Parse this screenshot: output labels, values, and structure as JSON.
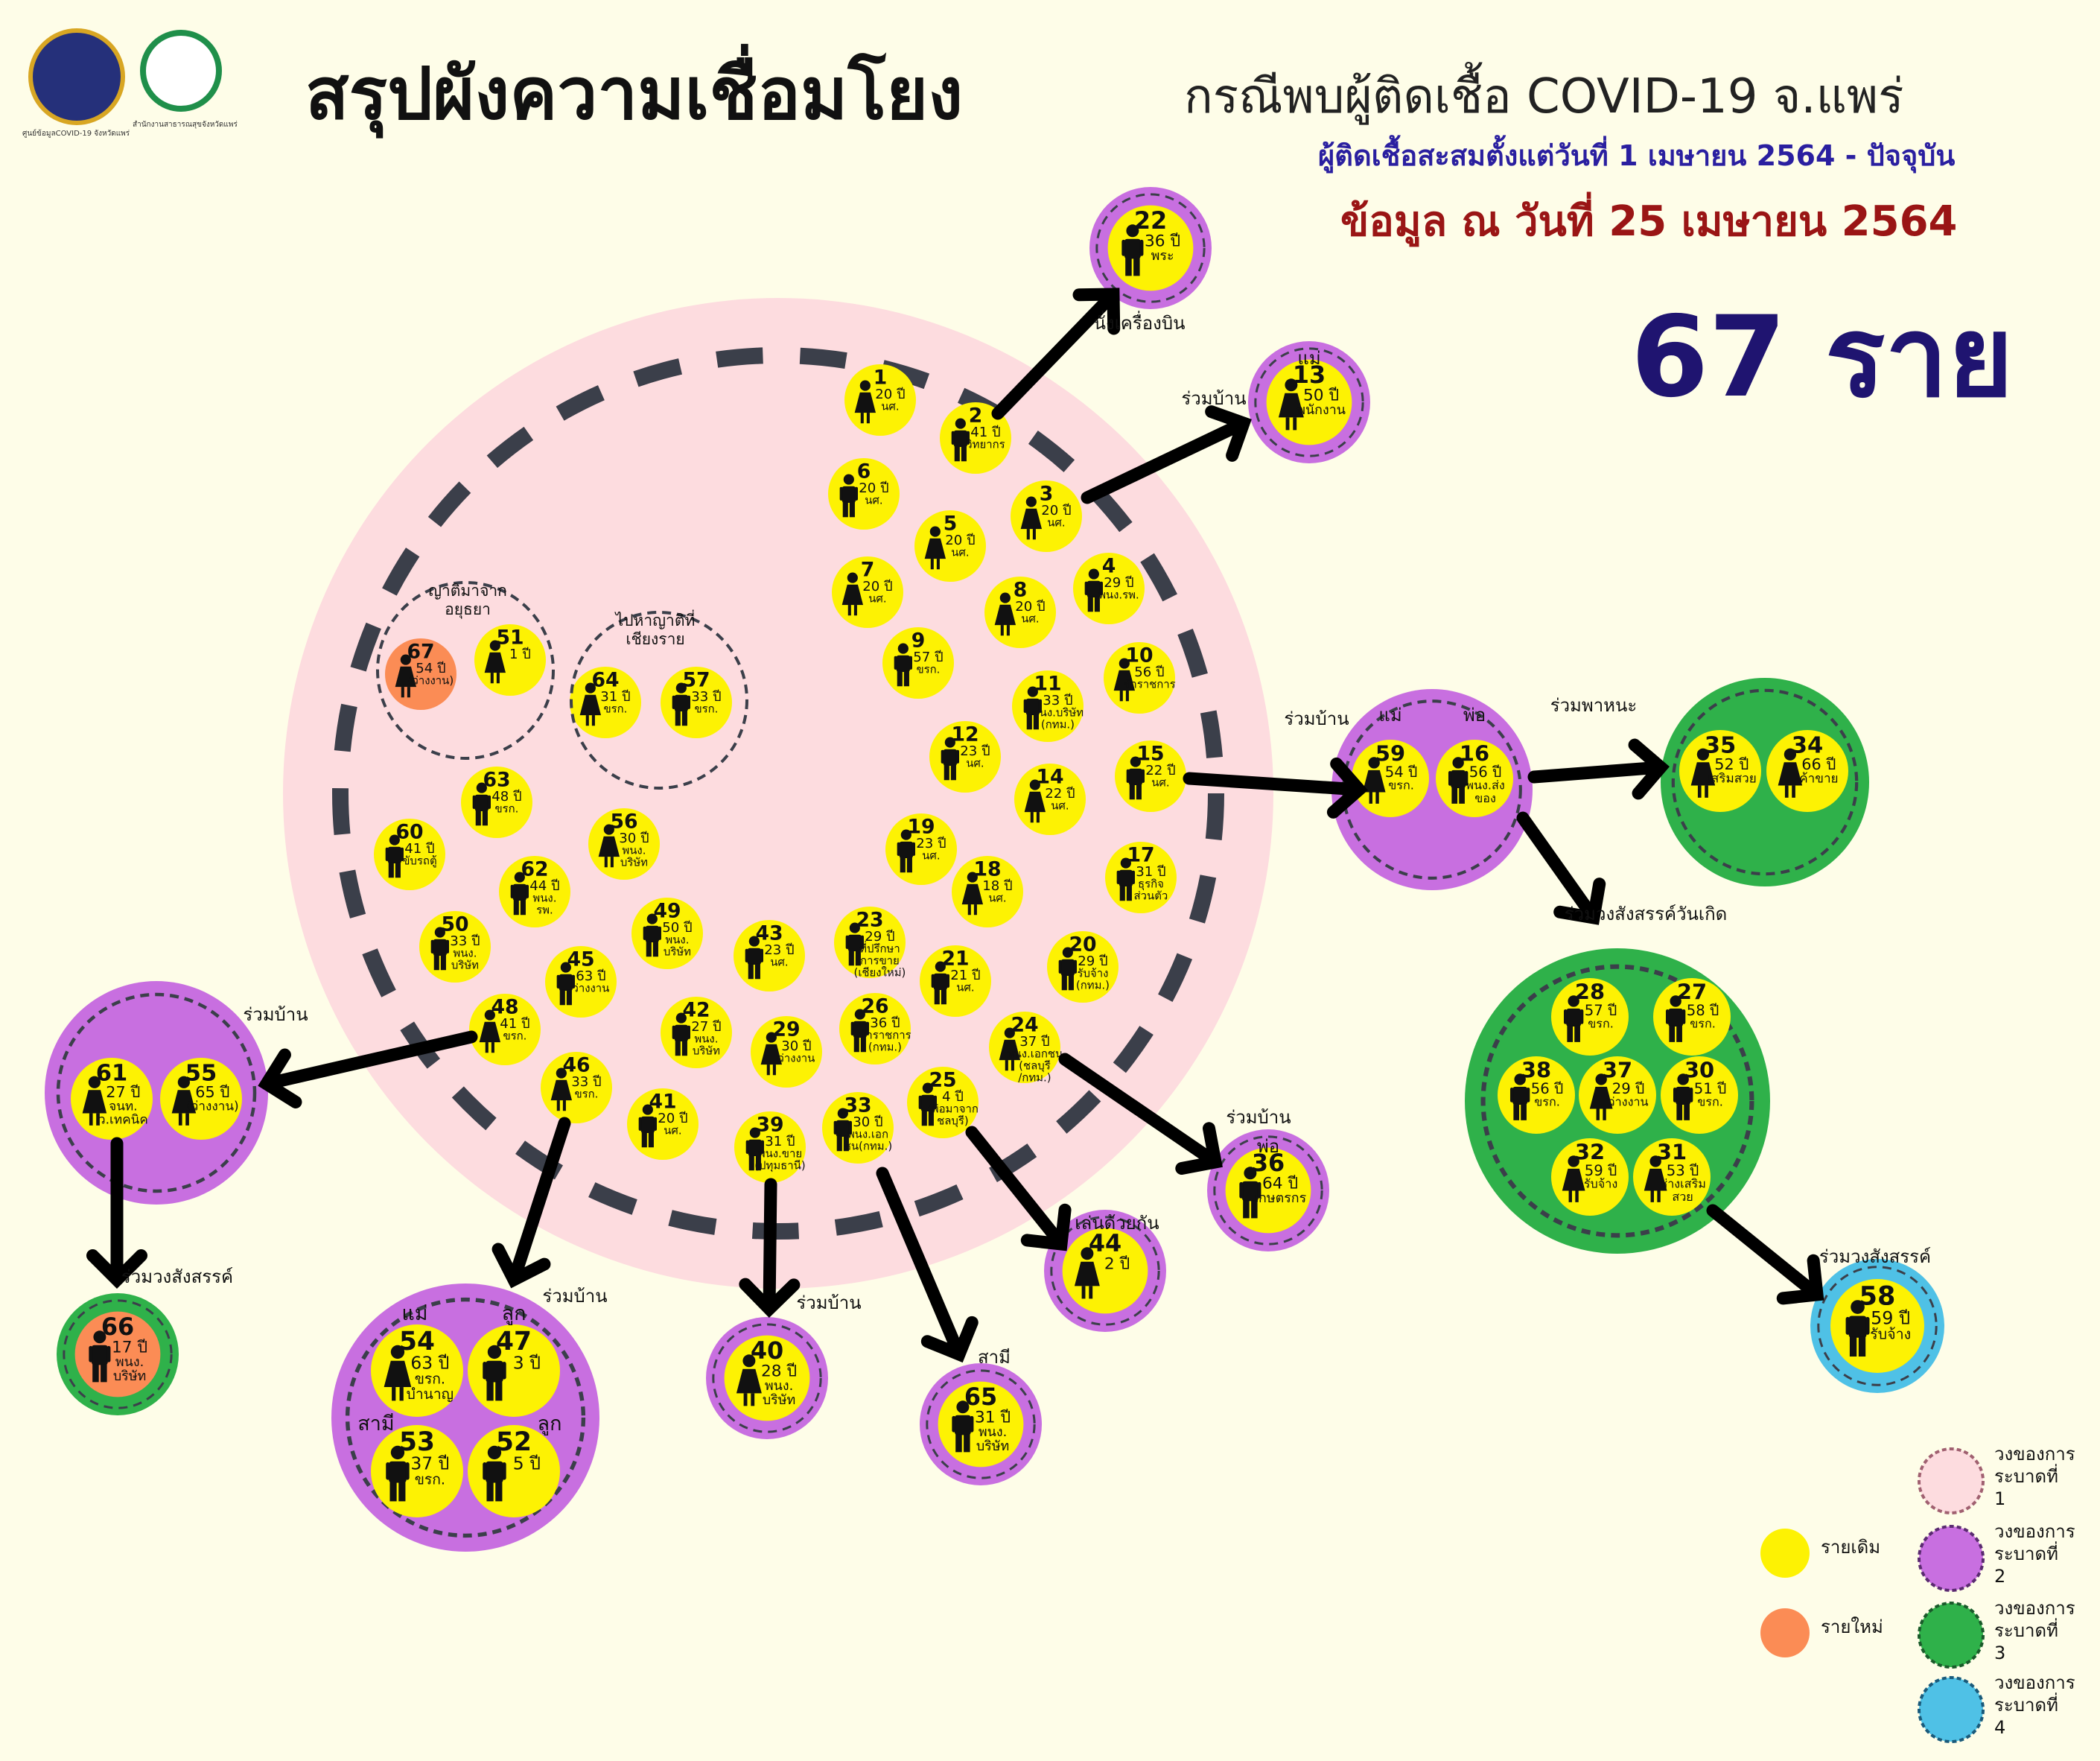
{
  "header": {
    "title_main": "สรุปผังความเชื่อมโยง",
    "title_sub": "กรณีพบผู้ติดเชื้อ COVID-19 จ.แพร่",
    "subtitle": "ผู้ติดเชื้อสะสมตั้งแต่วันที่ 1 เมษายน 2564 - ปัจจุบัน",
    "as_of": "ข้อมูล ณ วันที่ 25 เมษายน 2564",
    "total": "67 ราย"
  },
  "logos": {
    "left_caption": "ศูนย์ข้อมูลCOVID-19 จังหวัดแพร่",
    "right_caption": "สำนักงานสาธารณสุขจังหวัดแพร่"
  },
  "colors": {
    "background": "#fefde8",
    "wave1": "#fddcdf",
    "wave2": "#c86fe0",
    "wave3": "#2fb14a",
    "wave4": "#4fc1e6",
    "old_case": "#fdf203",
    "new_case": "#fb8c55",
    "dash": "#3b3f4a",
    "arrow": "#000000"
  },
  "groups": [
    {
      "key": "ayutthaya",
      "label": "ญาติมาจาก อยุธยา"
    },
    {
      "key": "chiangrai",
      "label": "ไปหาญาติที่ เชียงราย"
    }
  ],
  "cases": [
    {
      "id": "1",
      "age": "20 ปี",
      "note": "นศ.",
      "status": "old",
      "icon": "female"
    },
    {
      "id": "2",
      "age": "41 ปี",
      "note": "วิทยากร",
      "status": "old",
      "icon": "male"
    },
    {
      "id": "3",
      "age": "20 ปี",
      "note": "นศ.",
      "status": "old",
      "icon": "female"
    },
    {
      "id": "4",
      "age": "29 ปี",
      "note": "พนง.รพ.",
      "status": "old",
      "icon": "male"
    },
    {
      "id": "5",
      "age": "20 ปี",
      "note": "นศ.",
      "status": "old",
      "icon": "female"
    },
    {
      "id": "6",
      "age": "20 ปี",
      "note": "นศ.",
      "status": "old",
      "icon": "male"
    },
    {
      "id": "7",
      "age": "20 ปี",
      "note": "นศ.",
      "status": "old",
      "icon": "female"
    },
    {
      "id": "8",
      "age": "20 ปี",
      "note": "นศ.",
      "status": "old",
      "icon": "female"
    },
    {
      "id": "9",
      "age": "57 ปี",
      "note": "ขรก.",
      "status": "old",
      "icon": "male"
    },
    {
      "id": "10",
      "age": "56 ปี",
      "note": "ข้าราชการ",
      "status": "old",
      "icon": "female"
    },
    {
      "id": "11",
      "age": "33 ปี",
      "note": "พนง.บริษัท (กทม.)",
      "status": "old",
      "icon": "male"
    },
    {
      "id": "12",
      "age": "23 ปี",
      "note": "นศ.",
      "status": "old",
      "icon": "male"
    },
    {
      "id": "14",
      "age": "22 ปี",
      "note": "นศ.",
      "status": "old",
      "icon": "female"
    },
    {
      "id": "15",
      "age": "22 ปี",
      "note": "นศ.",
      "status": "old",
      "icon": "male"
    },
    {
      "id": "17",
      "age": "31 ปี",
      "note": "ธุรกิจ ส่วนตัว",
      "status": "old",
      "icon": "male"
    },
    {
      "id": "18",
      "age": "18 ปี",
      "note": "นศ.",
      "status": "old",
      "icon": "female"
    },
    {
      "id": "19",
      "age": "23 ปี",
      "note": "นศ.",
      "status": "old",
      "icon": "male"
    },
    {
      "id": "20",
      "age": "29 ปี",
      "note": "รับจ้าง (กทม.)",
      "status": "old",
      "icon": "male"
    },
    {
      "id": "21",
      "age": "21 ปี",
      "note": "นศ.",
      "status": "old",
      "icon": "male"
    },
    {
      "id": "23",
      "age": "29 ปี",
      "note": "ที่ปรึกษา การขาย (เชียงใหม่)",
      "status": "old",
      "icon": "male"
    },
    {
      "id": "24",
      "age": "37 ปี",
      "note": "พนง.เอกชน (ชลบุรี /กทม.)",
      "status": "old",
      "icon": "female"
    },
    {
      "id": "25",
      "age": "4 ปี",
      "note": "(พ่อมาจาก ชลบุรี)",
      "status": "old",
      "icon": "male"
    },
    {
      "id": "26",
      "age": "36 ปี",
      "note": "ข้าราชการ (กทม.)",
      "status": "old",
      "icon": "male"
    },
    {
      "id": "29",
      "age": "30 ปี",
      "note": "ว่างงาน",
      "status": "old",
      "icon": "female"
    },
    {
      "id": "33",
      "age": "30 ปี",
      "note": "พนง.เอก ชน(กทม.)",
      "status": "old",
      "icon": "male"
    },
    {
      "id": "39",
      "age": "31 ปี",
      "note": "พนง.ขาย (ปทุมธานี)",
      "status": "old",
      "icon": "male"
    },
    {
      "id": "41",
      "age": "20 ปี",
      "note": "นศ.",
      "status": "old",
      "icon": "male"
    },
    {
      "id": "42",
      "age": "27 ปี",
      "note": "พนง. บริษัท",
      "status": "old",
      "icon": "male"
    },
    {
      "id": "43",
      "age": "23 ปี",
      "note": "นศ.",
      "status": "old",
      "icon": "male"
    },
    {
      "id": "45",
      "age": "63 ปี",
      "note": "ว่างงาน",
      "status": "old",
      "icon": "male"
    },
    {
      "id": "46",
      "age": "33 ปี",
      "note": "ขรก.",
      "status": "old",
      "icon": "female"
    },
    {
      "id": "48",
      "age": "41 ปี",
      "note": "ขรก.",
      "status": "old",
      "icon": "female"
    },
    {
      "id": "49",
      "age": "50 ปี",
      "note": "พนง. บริษัท",
      "status": "old",
      "icon": "male"
    },
    {
      "id": "50",
      "age": "33 ปี",
      "note": "พนง. บริษัท",
      "status": "old",
      "icon": "male"
    },
    {
      "id": "56",
      "age": "30 ปี",
      "note": "พนง. บริษัท",
      "status": "old",
      "icon": "female"
    },
    {
      "id": "60",
      "age": "41 ปี",
      "note": "ขับรถตู้",
      "status": "old",
      "icon": "male"
    },
    {
      "id": "62",
      "age": "44 ปี",
      "note": "พนง. รพ.",
      "status": "old",
      "icon": "male"
    },
    {
      "id": "63",
      "age": "48 ปี",
      "note": "ขรก.",
      "status": "old",
      "icon": "male"
    },
    {
      "id": "67",
      "age": "54 ปี",
      "note": "(ว่างงาน)",
      "status": "new",
      "icon": "female",
      "group": "ayutthaya"
    },
    {
      "id": "51",
      "age": "1 ปี",
      "note": "",
      "status": "old",
      "icon": "female",
      "group": "ayutthaya"
    },
    {
      "id": "64",
      "age": "31 ปี",
      "note": "ขรก.",
      "status": "old",
      "icon": "female",
      "group": "chiangrai"
    },
    {
      "id": "57",
      "age": "33 ปี",
      "note": "ขรก.",
      "status": "old",
      "icon": "male",
      "group": "chiangrai"
    }
  ],
  "clusters": [
    {
      "key": "c22",
      "wave": 2,
      "arrow_label": "นั่งเครื่องบิน",
      "member_labels": [],
      "members": [
        {
          "id": "22",
          "age": "36 ปี",
          "note": "พระ",
          "status": "old",
          "icon": "male"
        }
      ]
    },
    {
      "key": "c13",
      "wave": 2,
      "arrow_label": "ร่วมบ้าน",
      "member_labels": [
        "แม่"
      ],
      "members": [
        {
          "id": "13",
          "age": "50 ปี",
          "note": "พนักงาน",
          "status": "old",
          "icon": "female"
        }
      ]
    },
    {
      "key": "c59",
      "wave": 2,
      "arrow_label": "ร่วมบ้าน",
      "member_labels": [
        "แม่",
        "พ่อ"
      ],
      "members": [
        {
          "id": "59",
          "age": "54 ปี",
          "note": "ขรก.",
          "status": "old",
          "icon": "female"
        },
        {
          "id": "16",
          "age": "56 ปี",
          "note": "พนง.ส่ง ของ",
          "status": "old",
          "icon": "male"
        }
      ]
    },
    {
      "key": "c35",
      "wave": 3,
      "arrow_label": "ร่วมพาหนะ",
      "member_labels": [],
      "members": [
        {
          "id": "35",
          "age": "52 ปี",
          "note": "เสริมสวย",
          "status": "old",
          "icon": "female"
        },
        {
          "id": "34",
          "age": "66 ปี",
          "note": "ค้าขาย",
          "status": "old",
          "icon": "female"
        }
      ]
    },
    {
      "key": "c28",
      "wave": 3,
      "arrow_label": "ร่วมวงสังสรรค์วันเกิด",
      "member_labels": [],
      "members": [
        {
          "id": "28",
          "age": "57 ปี",
          "note": "ขรก.",
          "status": "old",
          "icon": "male"
        },
        {
          "id": "27",
          "age": "58 ปี",
          "note": "ขรก.",
          "status": "old",
          "icon": "male"
        },
        {
          "id": "38",
          "age": "56 ปี",
          "note": "ขรก.",
          "status": "old",
          "icon": "male"
        },
        {
          "id": "37",
          "age": "29 ปี",
          "note": "ว่างงาน",
          "status": "old",
          "icon": "female"
        },
        {
          "id": "30",
          "age": "51 ปี",
          "note": "ขรก.",
          "status": "old",
          "icon": "male"
        },
        {
          "id": "32",
          "age": "59 ปี",
          "note": "รับจ้าง",
          "status": "old",
          "icon": "female"
        },
        {
          "id": "31",
          "age": "53 ปี",
          "note": "ช่างเสริม สวย",
          "status": "old",
          "icon": "female"
        }
      ]
    },
    {
      "key": "c58",
      "wave": 4,
      "arrow_label": "ร่วมวงสังสรรค์",
      "member_labels": [],
      "members": [
        {
          "id": "58",
          "age": "59 ปี",
          "note": "รับจ้าง",
          "status": "old",
          "icon": "male"
        }
      ]
    },
    {
      "key": "c36",
      "wave": 2,
      "arrow_label": "ร่วมบ้าน",
      "member_labels": [
        "พ่อ"
      ],
      "members": [
        {
          "id": "36",
          "age": "64 ปี",
          "note": "เกษตรกร",
          "status": "old",
          "icon": "male"
        }
      ]
    },
    {
      "key": "c44",
      "wave": 2,
      "arrow_label": "เล่นด้วยกัน",
      "member_labels": [],
      "members": [
        {
          "id": "44",
          "age": "2 ปี",
          "note": "",
          "status": "old",
          "icon": "female"
        }
      ]
    },
    {
      "key": "c65",
      "wave": 2,
      "arrow_label": "สามี",
      "member_labels": [],
      "members": [
        {
          "id": "65",
          "age": "31 ปี",
          "note": "พนง. บริษัท",
          "status": "old",
          "icon": "male"
        }
      ]
    },
    {
      "key": "c40",
      "wave": 2,
      "arrow_label": "ร่วมบ้าน",
      "member_labels": [],
      "members": [
        {
          "id": "40",
          "age": "28 ปี",
          "note": "พนง. บริษัท",
          "status": "old",
          "icon": "female"
        }
      ]
    },
    {
      "key": "c54",
      "wave": 2,
      "arrow_label": "ร่วมบ้าน",
      "member_labels": [
        "แม่",
        "ลูก",
        "สามี",
        "ลูก"
      ],
      "members": [
        {
          "id": "54",
          "age": "63 ปี",
          "note": "ขรก. บำนาญ",
          "status": "old",
          "icon": "female"
        },
        {
          "id": "47",
          "age": "3 ปี",
          "note": "",
          "status": "old",
          "icon": "male"
        },
        {
          "id": "53",
          "age": "37 ปี",
          "note": "ขรก.",
          "status": "old",
          "icon": "male"
        },
        {
          "id": "52",
          "age": "5 ปี",
          "note": "",
          "status": "old",
          "icon": "male"
        }
      ]
    },
    {
      "key": "c61",
      "wave": 2,
      "arrow_label": "ร่วมบ้าน",
      "member_labels": [],
      "members": [
        {
          "id": "61",
          "age": "27 ปี",
          "note": "จนท. ว.เทคนิค",
          "status": "old",
          "icon": "female"
        },
        {
          "id": "55",
          "age": "65 ปี",
          "note": "(ว่างงาน)",
          "status": "old",
          "icon": "female"
        }
      ]
    },
    {
      "key": "c66",
      "wave": 3,
      "arrow_label": "ร่วมวงสังสรรค์",
      "member_labels": [],
      "members": [
        {
          "id": "66",
          "age": "17 ปี",
          "note": "พนง. บริษัท",
          "status": "new",
          "icon": "male"
        }
      ]
    }
  ],
  "legend": {
    "old_case": "รายเดิม",
    "new_case": "รายใหม่",
    "wave1": "วงของการ ระบาดที่ 1",
    "wave2": "วงของการ ระบาดที่ 2",
    "wave3": "วงของการ ระบาดที่ 3",
    "wave4": "วงของการ ระบาดที่ 4"
  }
}
